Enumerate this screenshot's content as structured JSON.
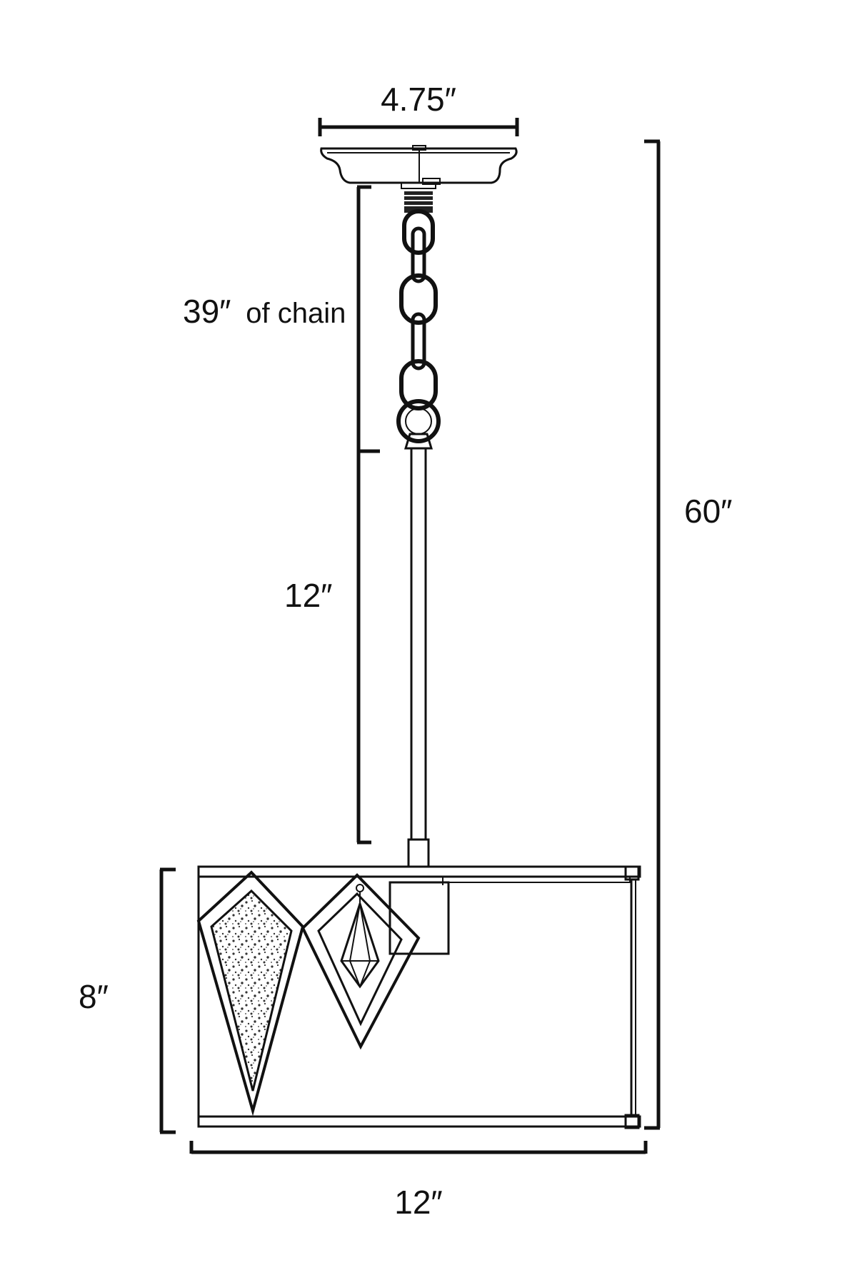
{
  "dimensions": {
    "canopy_width": "4.75″",
    "chain_length_value": "39″",
    "chain_length_suffix": "of chain",
    "rod_length": "12″",
    "overall_height": "60″",
    "shade_height": "8″",
    "shade_width": "12″"
  },
  "colors": {
    "line": "#111111",
    "background": "#ffffff"
  }
}
